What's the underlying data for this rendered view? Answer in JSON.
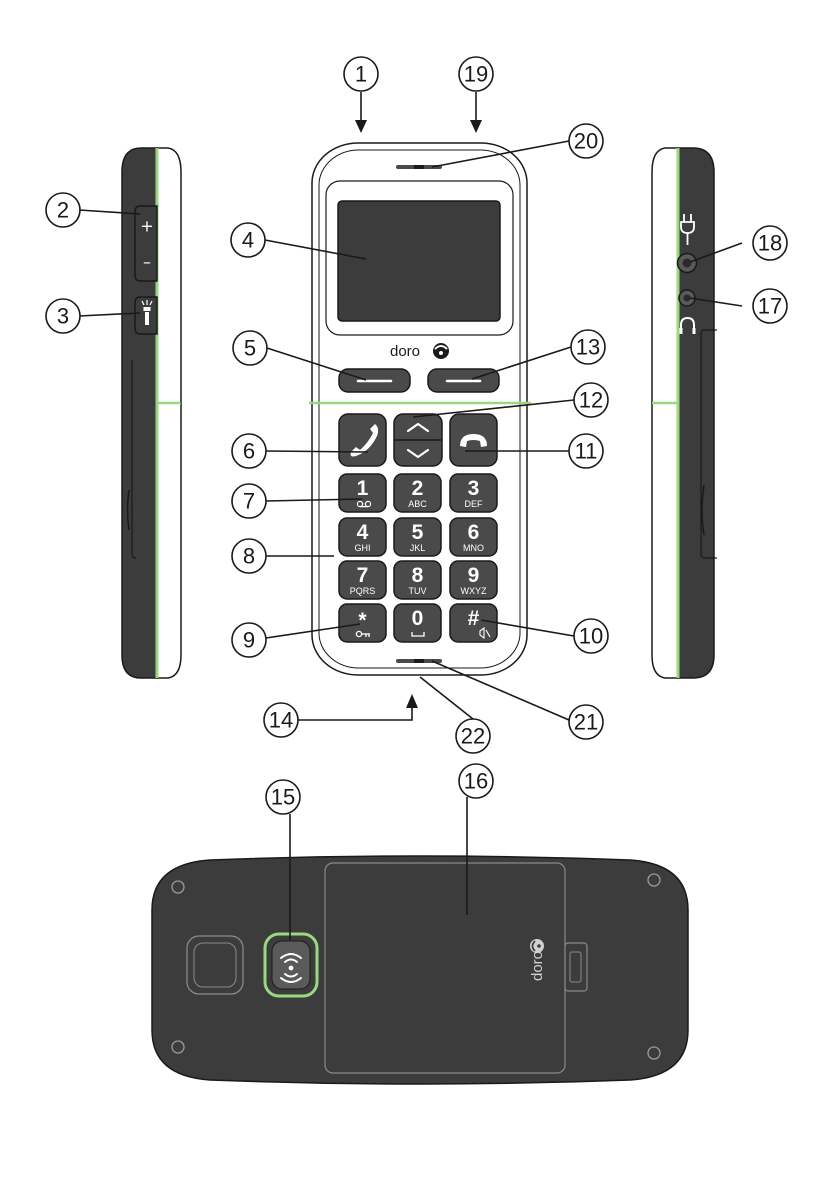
{
  "colors": {
    "body": "#3c3c3d",
    "key": "#4a4a4b",
    "accent": "#9bd77e",
    "frame": "#1a1a1a",
    "white": "#ffffff"
  },
  "brand": {
    "front_logo": "doro",
    "back_logo": "doro"
  },
  "side_labels": {
    "volume_plus": "+",
    "volume_minus": "–"
  },
  "keypad": [
    {
      "digit": "1",
      "letters": ""
    },
    {
      "digit": "2",
      "letters": "ABC"
    },
    {
      "digit": "3",
      "letters": "DEF"
    },
    {
      "digit": "4",
      "letters": "GHI"
    },
    {
      "digit": "5",
      "letters": "JKL"
    },
    {
      "digit": "6",
      "letters": "MNO"
    },
    {
      "digit": "7",
      "letters": "PQRS"
    },
    {
      "digit": "8",
      "letters": "TUV"
    },
    {
      "digit": "9",
      "letters": "WXYZ"
    },
    {
      "digit": "*",
      "letters": ""
    },
    {
      "digit": "0",
      "letters": ""
    },
    {
      "digit": "#",
      "letters": ""
    }
  ],
  "callouts": [
    "1",
    "2",
    "3",
    "4",
    "5",
    "6",
    "7",
    "8",
    "9",
    "10",
    "11",
    "12",
    "13",
    "14",
    "15",
    "16",
    "17",
    "18",
    "19",
    "20",
    "21",
    "22"
  ],
  "icons": {
    "voicemail": "voicemail-icon",
    "key_lock": "key-icon",
    "space": "space-icon",
    "silent": "silent-icon",
    "charger": "plug-icon",
    "headset": "headset-icon",
    "flashlight": "flashlight-icon",
    "call": "phone-icon",
    "end_call": "end-call-icon",
    "up": "chevron-up-icon",
    "down": "chevron-down-icon",
    "nfc": "signal-icon"
  }
}
